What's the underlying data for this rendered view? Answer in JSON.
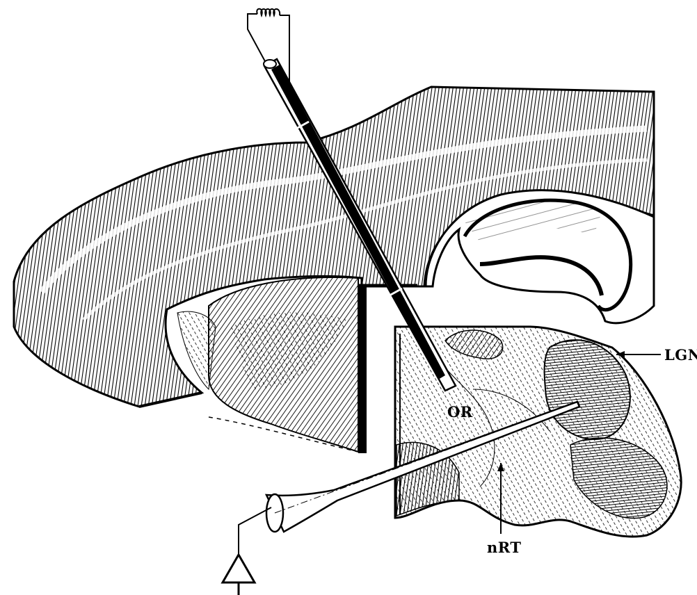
{
  "labels": {
    "lgnd": "LGNd",
    "or": "OR",
    "nrt": "nRT"
  },
  "colors": {
    "ink": "#000000",
    "paper": "#ffffff"
  },
  "icons": [
    "stimulating-electrode-icon",
    "recording-pipette-icon",
    "amplifier-triangle-icon",
    "coil-icon"
  ]
}
